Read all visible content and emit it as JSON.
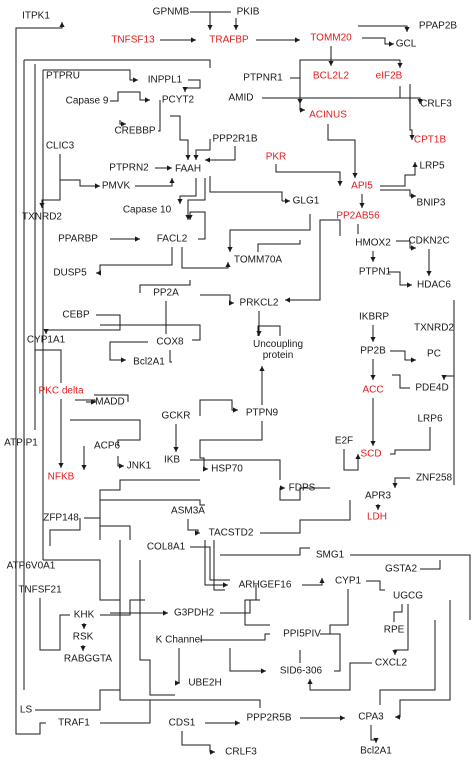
{
  "colors": {
    "default": "#1a1a1a",
    "highlight": "#e31a1c",
    "background": "#ffffff"
  },
  "nodes": [
    {
      "id": "itpk1",
      "label": "ITPK1",
      "hl": false
    },
    {
      "id": "gpnmb",
      "label": "GPNMB",
      "hl": false
    },
    {
      "id": "pkib",
      "label": "PKIB",
      "hl": false
    },
    {
      "id": "ppap2b",
      "label": "PPAP2B",
      "hl": false
    },
    {
      "id": "tnfsf13",
      "label": "TNFSF13",
      "hl": true
    },
    {
      "id": "trafbp",
      "label": "TRAFBP",
      "hl": true
    },
    {
      "id": "tomm20",
      "label": "TOMM20",
      "hl": true
    },
    {
      "id": "gcl",
      "label": "GCL",
      "hl": false
    },
    {
      "id": "ptpru",
      "label": "PTPRU",
      "hl": false
    },
    {
      "id": "bcl2l2",
      "label": "BCL2L2",
      "hl": true
    },
    {
      "id": "elf2b",
      "label": "eIF2B",
      "hl": true
    },
    {
      "id": "inppl1",
      "label": "INPPL1",
      "hl": false
    },
    {
      "id": "ptpnr1",
      "label": "PTPNR1",
      "hl": false
    },
    {
      "id": "capase9",
      "label": "Capase 9",
      "hl": false
    },
    {
      "id": "pcyt2",
      "label": "PCYT2",
      "hl": false
    },
    {
      "id": "amid",
      "label": "AMID",
      "hl": false
    },
    {
      "id": "crlf3a",
      "label": "CRLF3",
      "hl": false
    },
    {
      "id": "acinus",
      "label": "ACINUS",
      "hl": true
    },
    {
      "id": "crebbp",
      "label": "CREBBP",
      "hl": false
    },
    {
      "id": "cpt1b",
      "label": "CPT1B",
      "hl": true
    },
    {
      "id": "ppp2r1b",
      "label": "PPP2R1B",
      "hl": false
    },
    {
      "id": "clic3",
      "label": "CLIC3",
      "hl": false
    },
    {
      "id": "lrp5",
      "label": "LRP5",
      "hl": false
    },
    {
      "id": "ptprn2",
      "label": "PTPRN2",
      "hl": false
    },
    {
      "id": "faah",
      "label": "FAAH",
      "hl": false
    },
    {
      "id": "pkr",
      "label": "PKR",
      "hl": true
    },
    {
      "id": "pmvk",
      "label": "PMVK",
      "hl": false
    },
    {
      "id": "api5",
      "label": "API5",
      "hl": true
    },
    {
      "id": "glg1",
      "label": "GLG1",
      "hl": false
    },
    {
      "id": "bnip3",
      "label": "BNIP3",
      "hl": false
    },
    {
      "id": "txnrd2a",
      "label": "TXNRD2",
      "hl": false
    },
    {
      "id": "capase10",
      "label": "Capase 10",
      "hl": false
    },
    {
      "id": "pp2ab56",
      "label": "PP2AB56",
      "hl": true
    },
    {
      "id": "pparbp",
      "label": "PPARBP",
      "hl": false
    },
    {
      "id": "facl2",
      "label": "FACL2",
      "hl": false
    },
    {
      "id": "hmox2",
      "label": "HMOX2",
      "hl": false
    },
    {
      "id": "cdkn2c",
      "label": "CDKN2C",
      "hl": false
    },
    {
      "id": "tomm70a",
      "label": "TOMM70A",
      "hl": false
    },
    {
      "id": "dusp5",
      "label": "DUSP5",
      "hl": false
    },
    {
      "id": "ptpn1",
      "label": "PTPN1",
      "hl": false
    },
    {
      "id": "hdac6",
      "label": "HDAC6",
      "hl": false
    },
    {
      "id": "pp2a",
      "label": "PP2A",
      "hl": false
    },
    {
      "id": "prkcl2",
      "label": "PRKCL2",
      "hl": false
    },
    {
      "id": "cebp",
      "label": "CEBP",
      "hl": false
    },
    {
      "id": "ikbrp",
      "label": "IKBRP",
      "hl": false
    },
    {
      "id": "txnrd2b",
      "label": "TXNRD2",
      "hl": false
    },
    {
      "id": "cyp1a1",
      "label": "CYP1A1",
      "hl": false
    },
    {
      "id": "cox8",
      "label": "COX8",
      "hl": false
    },
    {
      "id": "uncoupling",
      "label": "Uncoupling protein",
      "hl": false,
      "two": true
    },
    {
      "id": "pp2b",
      "label": "PP2B",
      "hl": false
    },
    {
      "id": "pc",
      "label": "PC",
      "hl": false
    },
    {
      "id": "bcl2a1a",
      "label": "Bcl2A1",
      "hl": false
    },
    {
      "id": "pkcdelta",
      "label": "PKC delta",
      "hl": true
    },
    {
      "id": "acc",
      "label": "ACC",
      "hl": true
    },
    {
      "id": "pde4d",
      "label": "PDE4D",
      "hl": false
    },
    {
      "id": "madd",
      "label": "MADD",
      "hl": false
    },
    {
      "id": "ptpn9",
      "label": "PTPN9",
      "hl": false
    },
    {
      "id": "gckr",
      "label": "GCKR",
      "hl": false
    },
    {
      "id": "lrp6",
      "label": "LRP6",
      "hl": false
    },
    {
      "id": "atpip1",
      "label": "ATPIP1",
      "hl": false
    },
    {
      "id": "acp6",
      "label": "ACP6",
      "hl": false
    },
    {
      "id": "e2f",
      "label": "E2F",
      "hl": false
    },
    {
      "id": "jnk1",
      "label": "JNK1",
      "hl": false
    },
    {
      "id": "ikb",
      "label": "IKB",
      "hl": false
    },
    {
      "id": "scd",
      "label": "SCD",
      "hl": true
    },
    {
      "id": "hsp70",
      "label": "HSP70",
      "hl": false
    },
    {
      "id": "nfkb",
      "label": "NFKB",
      "hl": true
    },
    {
      "id": "znf258",
      "label": "ZNF258",
      "hl": false
    },
    {
      "id": "apr3",
      "label": "APR3",
      "hl": false
    },
    {
      "id": "fdps",
      "label": "FDPS",
      "hl": false
    },
    {
      "id": "asm3a",
      "label": "ASM3A",
      "hl": false
    },
    {
      "id": "zfp148",
      "label": "ZFP148",
      "hl": false
    },
    {
      "id": "ldh",
      "label": "LDH",
      "hl": true
    },
    {
      "id": "tacstd2",
      "label": "TACSTD2",
      "hl": false
    },
    {
      "id": "col8a1",
      "label": "COL8A1",
      "hl": false
    },
    {
      "id": "smg1",
      "label": "SMG1",
      "hl": false
    },
    {
      "id": "atp6v0a1",
      "label": "ATP6V0A1",
      "hl": false
    },
    {
      "id": "arhgef16",
      "label": "ARHGEF16",
      "hl": false
    },
    {
      "id": "gsta2",
      "label": "GSTA2",
      "hl": false
    },
    {
      "id": "tnfsf21",
      "label": "TNFSF21",
      "hl": false
    },
    {
      "id": "cyp1",
      "label": "CYP1",
      "hl": false
    },
    {
      "id": "ugcg",
      "label": "UGCG",
      "hl": false
    },
    {
      "id": "khk",
      "label": "KHK",
      "hl": false
    },
    {
      "id": "g3pdh2",
      "label": "G3PDH2",
      "hl": false
    },
    {
      "id": "rsk",
      "label": "RSK",
      "hl": false
    },
    {
      "id": "rpe",
      "label": "RPE",
      "hl": false
    },
    {
      "id": "kchannel",
      "label": "K Channel",
      "hl": false
    },
    {
      "id": "ppi5piv",
      "label": "PPI5PIV",
      "hl": false
    },
    {
      "id": "rabggta",
      "label": "RABGGTA",
      "hl": false
    },
    {
      "id": "cxcl2",
      "label": "CXCL2",
      "hl": false
    },
    {
      "id": "sid6306",
      "label": "SID6-306",
      "hl": false
    },
    {
      "id": "ube2h",
      "label": "UBE2H",
      "hl": false
    },
    {
      "id": "ls",
      "label": "LS",
      "hl": false
    },
    {
      "id": "traf1",
      "label": "TRAF1",
      "hl": false
    },
    {
      "id": "cds1",
      "label": "CDS1",
      "hl": false
    },
    {
      "id": "ppp2r5b",
      "label": "PPP2R5B",
      "hl": false
    },
    {
      "id": "cpa3",
      "label": "CPA3",
      "hl": false
    },
    {
      "id": "crlf3b",
      "label": "CRLF3",
      "hl": false
    },
    {
      "id": "bcl2a1b",
      "label": "Bcl2A1",
      "hl": false
    }
  ]
}
